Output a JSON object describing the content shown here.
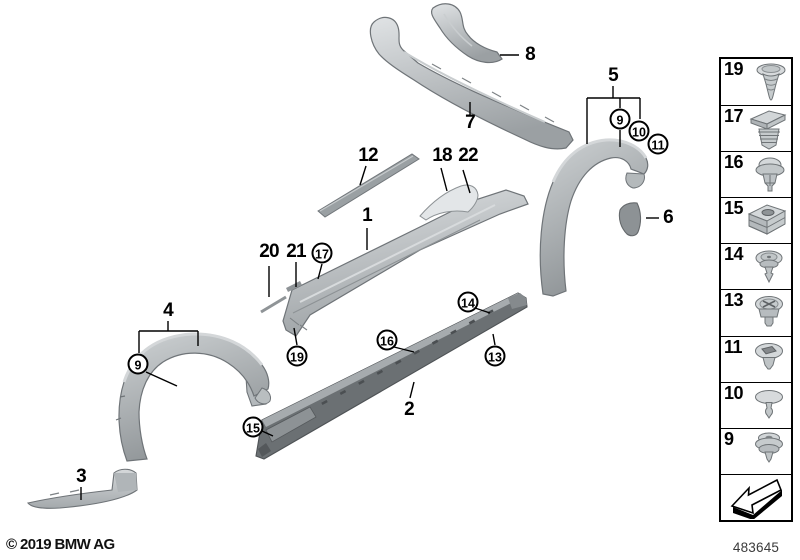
{
  "footer": {
    "copyright": "© 2019 BMW AG",
    "doc_number": "483645"
  },
  "callouts": {
    "p1": "1",
    "p2": "2",
    "p3": "3",
    "p4": "4",
    "p5": "5",
    "p6": "6",
    "p7": "7",
    "p8": "8",
    "p12": "12",
    "p18": "18",
    "p20": "20",
    "p21": "21",
    "p22": "22",
    "c9_front": "9",
    "c9_rear": "9",
    "c10": "10",
    "c11": "11",
    "c13": "13",
    "c14": "14",
    "c15": "15",
    "c16": "16",
    "c17": "17",
    "c19": "19"
  },
  "sidebar": {
    "items": [
      {
        "label": "19",
        "icon": "push-rivet-icon"
      },
      {
        "label": "17",
        "icon": "expansion-clip-icon"
      },
      {
        "label": "16",
        "icon": "dome-clip-icon"
      },
      {
        "label": "15",
        "icon": "cage-nut-icon"
      },
      {
        "label": "14",
        "icon": "grommet-clip-icon"
      },
      {
        "label": "13",
        "icon": "cross-slot-clip-icon"
      },
      {
        "label": "11",
        "icon": "square-recess-clip-icon"
      },
      {
        "label": "10",
        "icon": "mushroom-pin-icon"
      },
      {
        "label": "9",
        "icon": "layered-grommet-icon"
      },
      {
        "label": "",
        "icon": "direction-arrow-icon"
      }
    ]
  }
}
